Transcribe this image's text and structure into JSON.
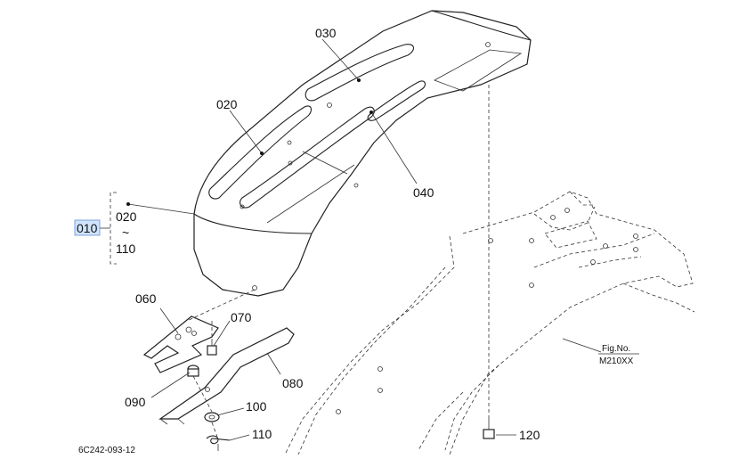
{
  "callouts": {
    "c010": "010",
    "c020": "020",
    "c030": "030",
    "c040": "040",
    "c060": "060",
    "c070": "070",
    "c080": "080",
    "c090": "090",
    "c100": "100",
    "c110": "110",
    "c120": "120",
    "range_from": "020",
    "range_sep": "~",
    "range_to": "110"
  },
  "fig": {
    "line1": "Fig.No.",
    "line2": "M210XX"
  },
  "drawing_code": "6C242-093-12",
  "colors": {
    "line": "#222222",
    "highlight": "#cfe3ff",
    "highlight_border": "#6a8fd0"
  }
}
